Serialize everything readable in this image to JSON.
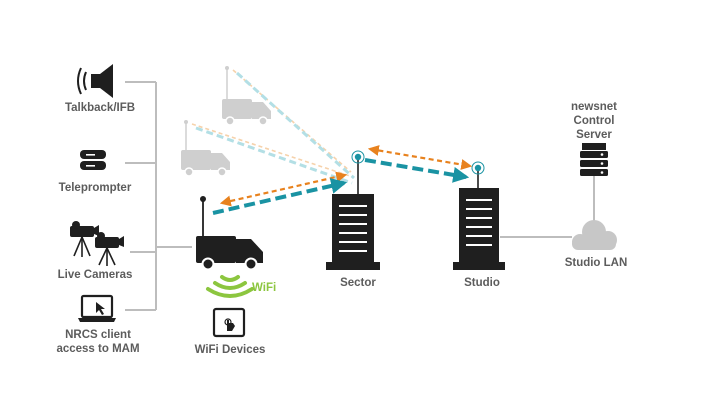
{
  "title": "",
  "labels": {
    "talkback": "Talkback/IFB",
    "teleprompter": "Teleprompter",
    "live_cameras": "Live Cameras",
    "nrcs": "NRCS client access to MAM",
    "wifi": "WiFi",
    "wifi_devices": "WiFi Devices",
    "sector": "Sector",
    "studio": "Studio",
    "server": "newsnet Control Server",
    "studio_lan": "Studio LAN"
  },
  "colors": {
    "dark": "#1f1f1f",
    "line_gray": "#bdbdbd",
    "van_gray": "#cfcfcf",
    "teal": "#1a93a3",
    "orange": "#e8821e",
    "wifi_green": "#8cc63f",
    "cloud": "#c7c7c7"
  },
  "icons": [
    "speaker-icon",
    "teleprompter-icon",
    "camera-icon",
    "laptop-icon",
    "van-icon",
    "wifi-icon",
    "tablet-icon",
    "building-icon",
    "server-icon",
    "cloud-icon"
  ]
}
